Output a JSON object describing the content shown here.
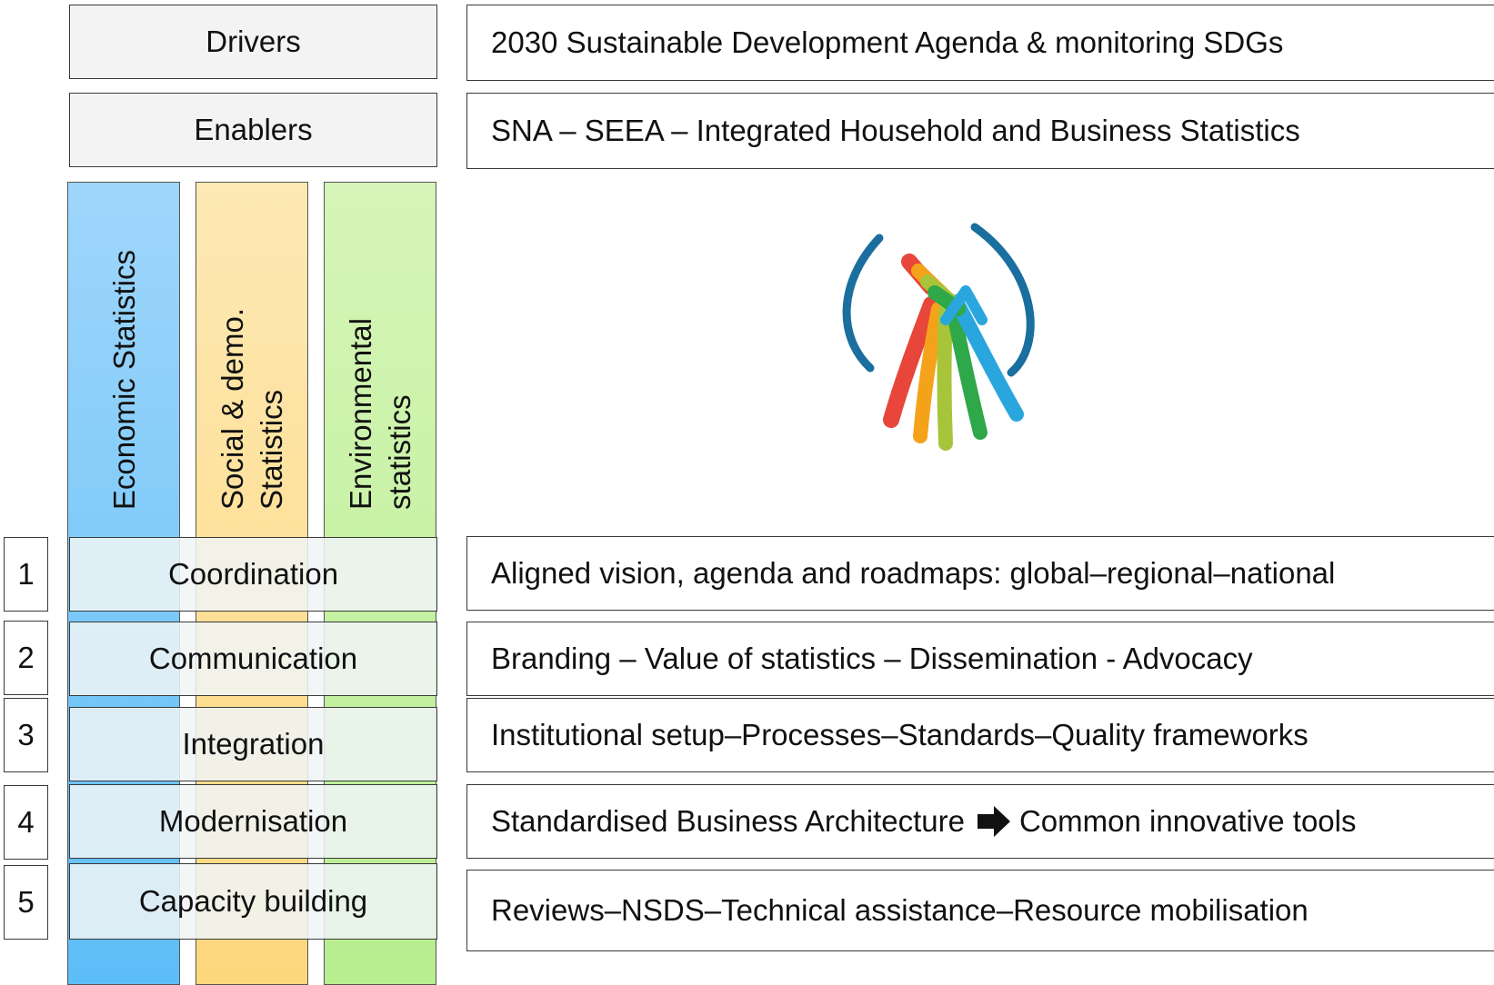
{
  "header_rows": [
    {
      "label": "Drivers",
      "description": "2030 Sustainable Development Agenda & monitoring SDGs"
    },
    {
      "label": "Enablers",
      "description": "SNA – SEEA – Integrated Household and Business Statistics"
    }
  ],
  "pillars": [
    {
      "label": "Economic Statistics",
      "color": "#7ccbf9"
    },
    {
      "label": "Social & demo.\nStatistics",
      "color": "#fee19a"
    },
    {
      "label": "Environmental\nstatistics",
      "color": "#c6f1a3"
    }
  ],
  "layers": [
    {
      "number": "1",
      "label": "Coordination",
      "description": "Aligned vision, agenda and roadmaps: global–regional–national"
    },
    {
      "number": "2",
      "label": "Communication",
      "description": "Branding – Value of statistics – Dissemination  -  Advocacy"
    },
    {
      "number": "3",
      "label": "Integration",
      "description": "Institutional setup–Processes–Standards–Quality frameworks"
    },
    {
      "number": "4",
      "label": "Modernisation",
      "description_before": "Standardised Business Architecture",
      "arrow_icon": "right-arrow-icon",
      "description_after": "Common innovative tools"
    },
    {
      "number": "5",
      "label": "Capacity building",
      "description": "Reviews–NSDS–Technical assistance–Resource mobilisation"
    }
  ],
  "logo": {
    "icon": "sdg-statistics-hand-logo",
    "colors": [
      "#e8463a",
      "#f5a21b",
      "#a8c43a",
      "#2ea848",
      "#2aa6de",
      "#1a6f9e"
    ]
  }
}
